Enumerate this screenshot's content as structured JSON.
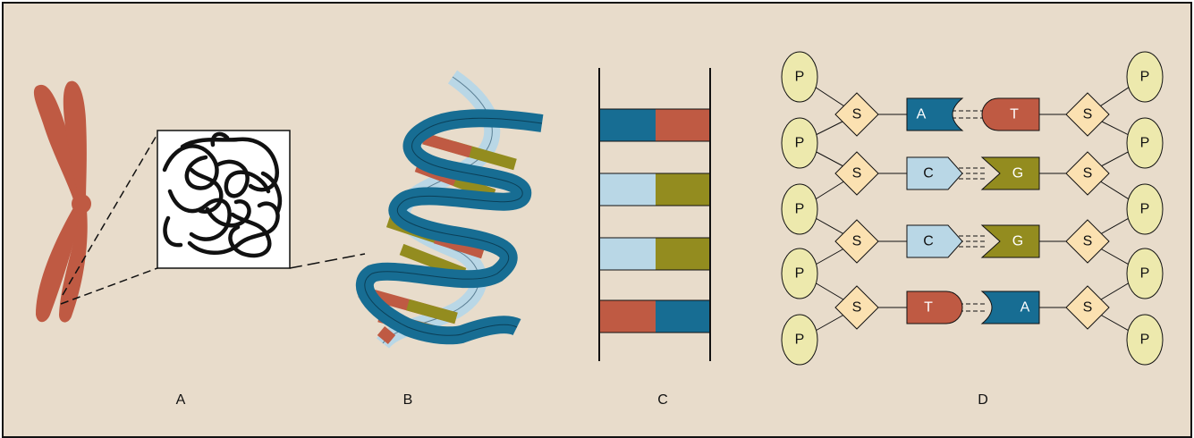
{
  "panels": {
    "a": {
      "label": "A"
    },
    "b": {
      "label": "B"
    },
    "c": {
      "label": "C"
    },
    "d": {
      "label": "D"
    }
  },
  "molecules": {
    "phosphate": "P",
    "sugar": "S"
  },
  "base_pairs": [
    {
      "left": "A",
      "right": "T"
    },
    {
      "left": "C",
      "right": "G"
    },
    {
      "left": "C",
      "right": "G"
    },
    {
      "left": "T",
      "right": "A"
    }
  ],
  "colors": {
    "background": "#e8dccb",
    "chromosome": "#bf5a43",
    "adenine": "#176d93",
    "thymine": "#bf5a43",
    "cytosine": "#b9d7e6",
    "guanine": "#938c1f",
    "phosphate": "#ede9ad",
    "sugar": "#fbe1b1",
    "ribbon_dark": "#176d93",
    "ribbon_light": "#b9d7e6"
  },
  "rungs_c": [
    {
      "left": "adenine",
      "right": "thymine"
    },
    {
      "left": "cytosine",
      "right": "guanine"
    },
    {
      "left": "cytosine",
      "right": "guanine"
    },
    {
      "left": "thymine",
      "right": "adenine"
    }
  ]
}
